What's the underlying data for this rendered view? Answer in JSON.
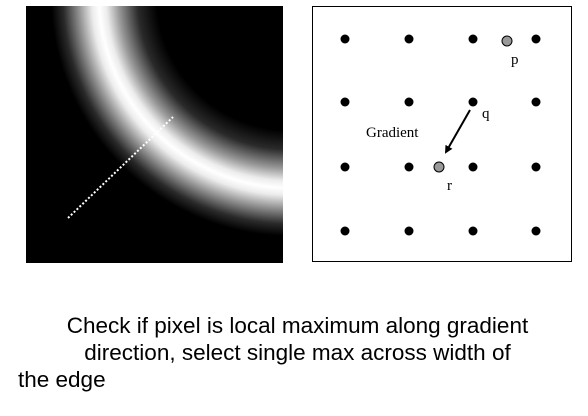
{
  "diagram": {
    "edge_image": {
      "description_icon": "blurred-curved-edge-image"
    },
    "grid": {
      "labels": {
        "p": "p",
        "q": "q",
        "r": "r",
        "gradient": "Gradient"
      },
      "colors": {
        "pixel_dot": "#000000",
        "interpolated_dot": "#999999",
        "frame": "#000000"
      }
    }
  },
  "caption": {
    "line1": "Check if pixel is local maximum along gradient",
    "line2": "direction, select single max across width of",
    "line3": "the edge"
  }
}
